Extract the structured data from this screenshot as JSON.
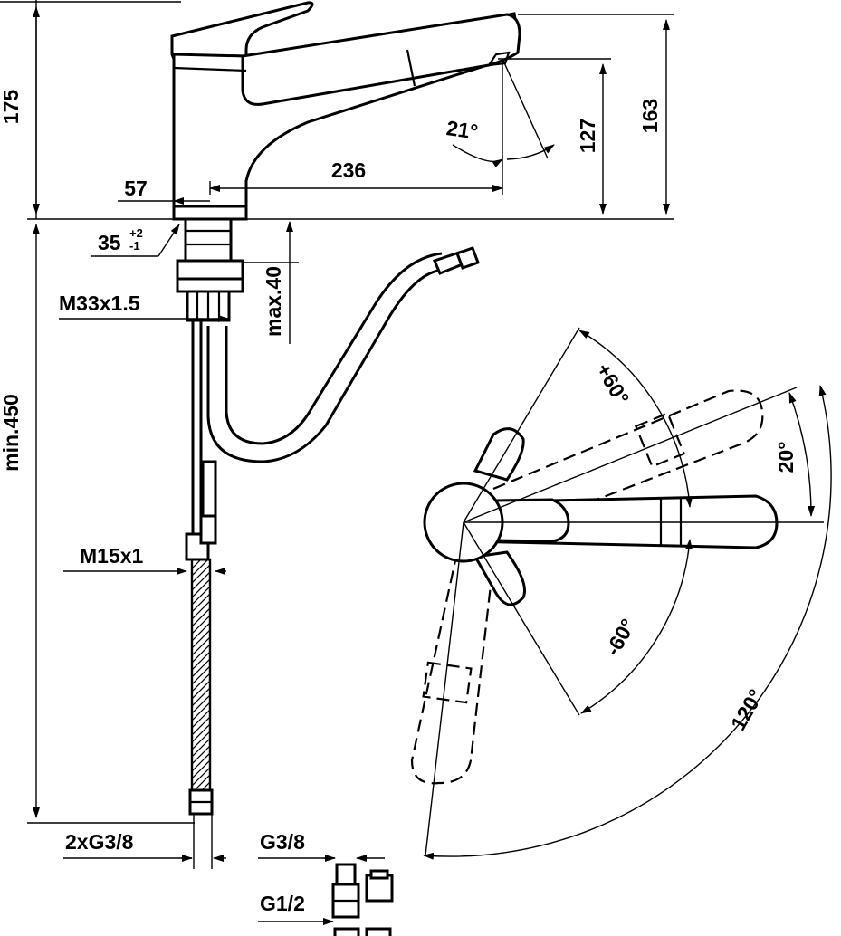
{
  "colors": {
    "line": "#000000",
    "background": "#ffffff"
  },
  "dimensions": {
    "overall_height": "175",
    "aerator_height": "163",
    "outlet_height": "127",
    "outlet_angle": "21°",
    "spout_reach": "236",
    "base_diameter": "57",
    "hole_diameter": "35",
    "hole_tol_upper": "+2",
    "hole_tol_lower": "-1",
    "thread_main": "M33x1.5",
    "deck_thickness": "max.40",
    "hose_length": "min.450",
    "thread_small": "M15x1",
    "connection": "2xG3/8",
    "adapter_in": "G3/8",
    "adapter_out": "G1/2"
  },
  "angles": {
    "lever_up": "+60°",
    "lever_down": "-60°",
    "spout_tilt": "20°",
    "swivel_range": "120°"
  }
}
